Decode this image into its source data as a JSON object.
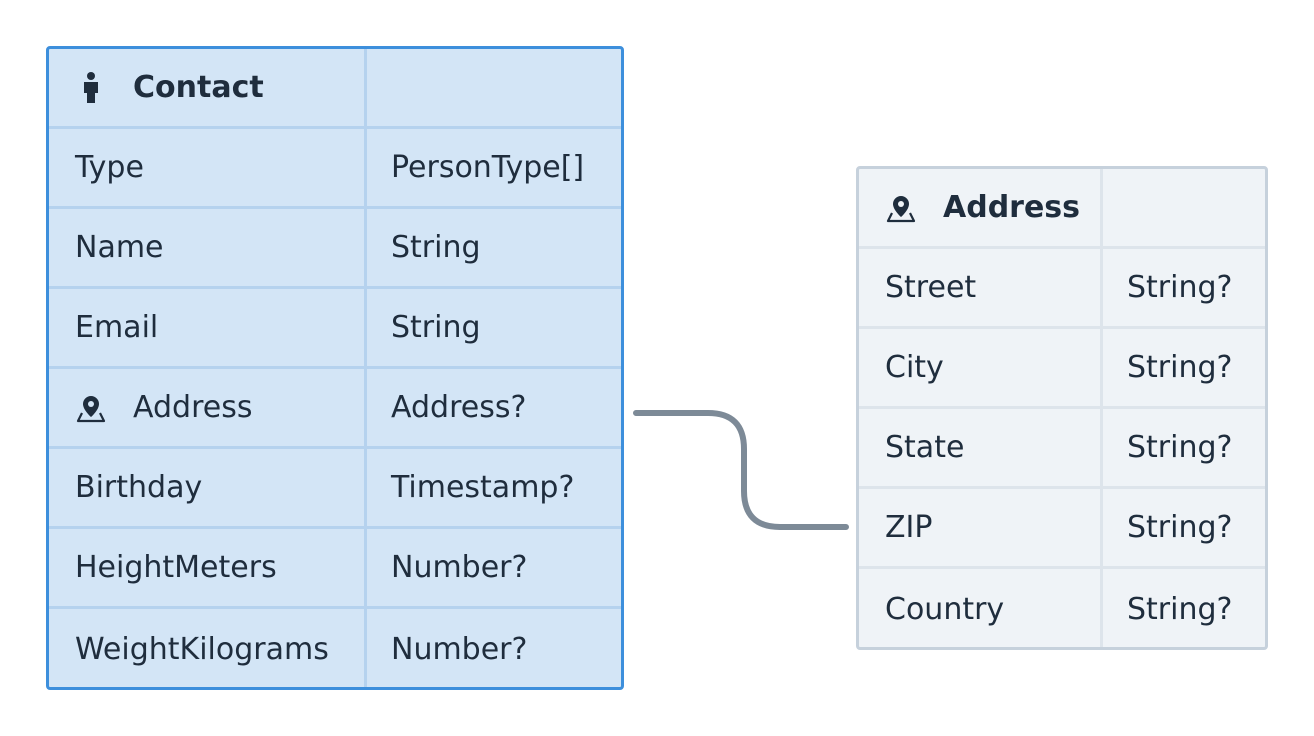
{
  "contact": {
    "title": "Contact",
    "icon": "person-icon",
    "fields": [
      {
        "name": "Type",
        "type": "PersonType[]"
      },
      {
        "name": "Name",
        "type": "String"
      },
      {
        "name": "Email",
        "type": "String"
      },
      {
        "name": "Address",
        "type": "Address?",
        "icon": "location-pin-icon"
      },
      {
        "name": "Birthday",
        "type": "Timestamp?"
      },
      {
        "name": "HeightMeters",
        "type": "Number?"
      },
      {
        "name": "WeightKilograms",
        "type": "Number?"
      }
    ]
  },
  "address": {
    "title": "Address",
    "icon": "location-pin-icon",
    "fields": [
      {
        "name": "Street",
        "type": "String?"
      },
      {
        "name": "City",
        "type": "String?"
      },
      {
        "name": "State",
        "type": "String?"
      },
      {
        "name": "ZIP",
        "type": "String?"
      },
      {
        "name": "Country",
        "type": "String?"
      }
    ]
  },
  "colors": {
    "contact_border": "#3d8fdc",
    "contact_fill": "#d3e5f6",
    "address_border": "#c6d1dc",
    "address_fill": "#eff3f7",
    "connector": "#7d8a97",
    "text": "#1f2d3d"
  }
}
